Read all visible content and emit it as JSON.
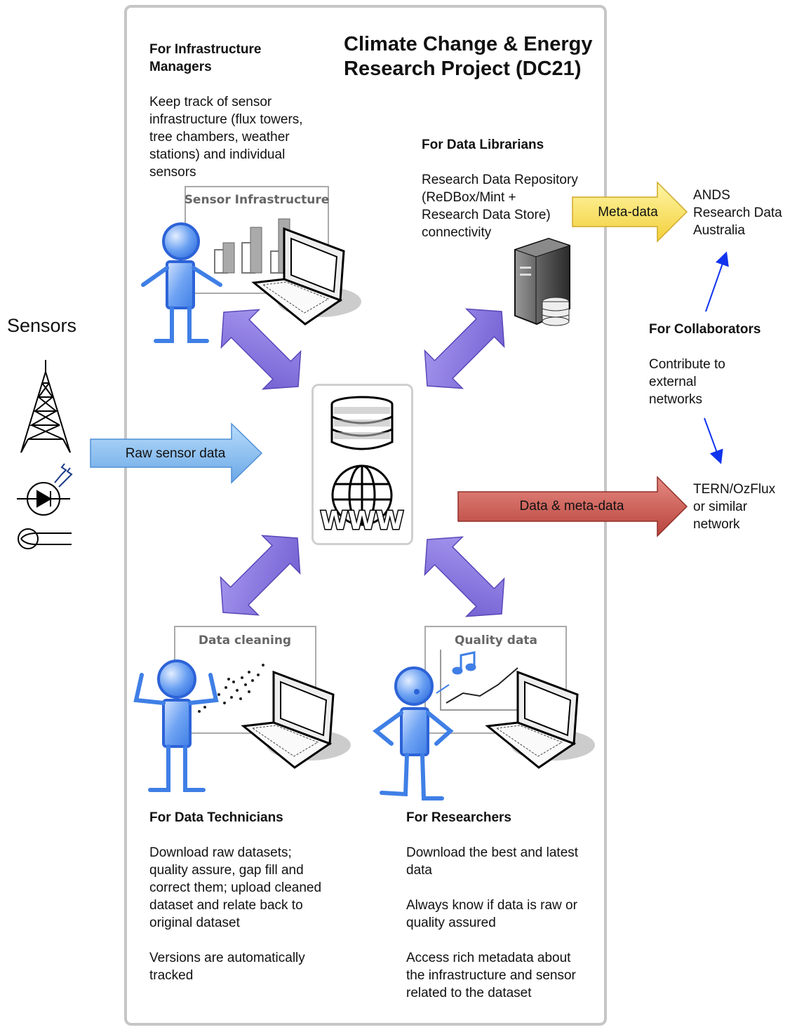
{
  "title": "Climate Change & Energy\nResearch Project (DC21)",
  "sensors_label": "Sensors",
  "infra": {
    "heading": "For Infrastructure\nManagers",
    "body": "Keep track of sensor\ninfrastructure (flux towers,\ntree chambers, weather\nstations) and individual\nsensors",
    "screen_label": "Sensor Infrastructure"
  },
  "librarians": {
    "heading": "For Data Librarians",
    "body": "Research Data Repository\n(ReDBox/Mint +\nResearch Data Store)\nconnectivity"
  },
  "collaborators": {
    "heading": "For Collaborators",
    "body": "Contribute to\nexternal\nnetworks"
  },
  "ands": "ANDS\nResearch Data\nAustralia",
  "tern": "TERN/OzFlux\nor similar\nnetwork",
  "arrows": {
    "raw": "Raw sensor data",
    "meta": "Meta-data",
    "data_meta": "Data & meta-data"
  },
  "technicians": {
    "heading": "For Data Technicians",
    "body1": "Download raw datasets;\nquality assure, gap fill and\ncorrect them; upload cleaned\ndataset and relate back to\noriginal dataset",
    "body2": "Versions are automatically\ntracked",
    "screen_label": "Data cleaning"
  },
  "researchers": {
    "heading": "For Researchers",
    "body1": "Download the best and latest\ndata",
    "body2": "Always know if data is raw or\nquality assured",
    "body3": "Access rich metadata about\nthe infrastructure and sensor\nrelated to the dataset",
    "screen_label": "Quality data"
  },
  "center_label": "WWW",
  "colors": {
    "person": "#5a97f0",
    "person_stroke": "#2d63d8",
    "purple_arrow": "#8f7ee0",
    "raw_arrow": "#8cc0ee",
    "meta_arrow": "#f5e06a",
    "data_arrow": "#cf5a52",
    "frame": "#c6c6c6"
  }
}
